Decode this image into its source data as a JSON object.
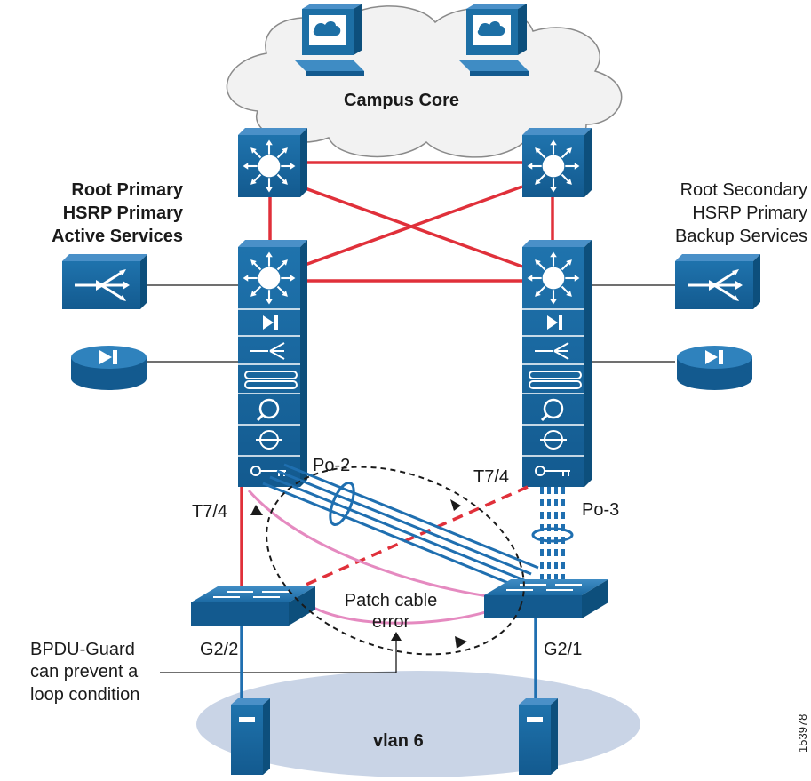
{
  "labels": {
    "core": "Campus Core",
    "left_title": [
      "Root Primary",
      "HSRP Primary",
      "Active Services"
    ],
    "right_title": [
      "Root Secondary",
      "HSRP Primary",
      "Backup Services"
    ],
    "po2": "Po-2",
    "po3": "Po-3",
    "t74_left": "T7/4",
    "t74_right": "T7/4",
    "patch": [
      "Patch cable",
      "error"
    ],
    "g22": "G2/2",
    "g21": "G2/1",
    "bpdu": [
      "BPDU-Guard",
      "can prevent a",
      "loop condition"
    ],
    "vlan": "vlan 6",
    "fig_id": "153978"
  },
  "colors": {
    "device_blue": "#1d6fa5",
    "device_dark": "#0d4f7c",
    "red_link": "#e0303a",
    "blue_link": "#1f6fb0",
    "pink_link": "#e58ac0",
    "cloud": "#f2f2f2",
    "vlan_ellipse": "#c9d4e6"
  },
  "icons": {
    "core_servers": "server-terminal-icon",
    "core_switch": "layer3-switch-icon",
    "agg_switch": "service-chassis-icon",
    "content_switch": "content-switch-icon",
    "firewall": "firewall-icon",
    "access_switch": "workgroup-switch-icon",
    "server": "server-icon"
  }
}
